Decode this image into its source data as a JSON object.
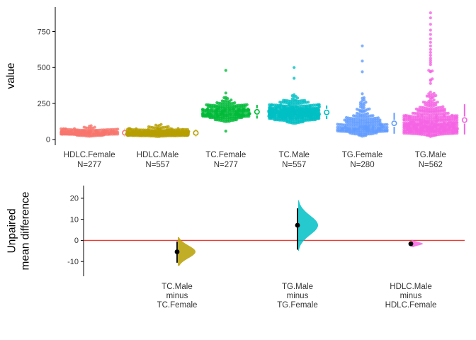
{
  "figure": {
    "background": "#ffffff",
    "top_ylabel": "value",
    "bottom_ylabel_line1": "Unpaired",
    "bottom_ylabel_line2": "mean difference"
  },
  "chart_data": [
    {
      "type": "scatter",
      "style": "beeswarm",
      "title": "",
      "ylabel": "value",
      "ylim": [
        -40,
        920
      ],
      "yticks": [
        0,
        250,
        500,
        750
      ],
      "grid": false,
      "legend": "none",
      "groups": [
        {
          "label": "HDLC.Female",
          "n_label": "N=277",
          "n": 277,
          "color": "#F8766D",
          "median": 48,
          "sigma": 0.28,
          "min": 16,
          "cap": 115,
          "halfwidth": 40,
          "outliers": [],
          "marker": {
            "mean": 46,
            "lo": 20,
            "hi": 74
          }
        },
        {
          "label": "HDLC.Male",
          "n_label": "N=557",
          "n": 557,
          "color": "#B79F00",
          "median": 44,
          "sigma": 0.3,
          "min": 13,
          "cap": 110,
          "halfwidth": 44,
          "outliers": [],
          "marker": {
            "mean": 45,
            "lo": 18,
            "hi": 72
          }
        },
        {
          "label": "TC.Female",
          "n_label": "N=277",
          "n": 277,
          "color": "#00BA38",
          "median": 190,
          "sigma": 0.17,
          "min": 90,
          "cap": 330,
          "halfwidth": 34,
          "outliers": [
            58,
            480
          ],
          "marker": {
            "mean": 192,
            "lo": 145,
            "hi": 240
          }
        },
        {
          "label": "TC.Male",
          "n_label": "N=557",
          "n": 557,
          "color": "#00BFC4",
          "median": 186,
          "sigma": 0.18,
          "min": 85,
          "cap": 340,
          "halfwidth": 36,
          "outliers": [
            425,
            500
          ],
          "marker": {
            "mean": 188,
            "lo": 142,
            "hi": 236
          }
        },
        {
          "label": "TG.Female",
          "n_label": "N=280",
          "n": 280,
          "color": "#619CFF",
          "median": 95,
          "sigma": 0.52,
          "min": 20,
          "cap": 420,
          "halfwidth": 35,
          "outliers": [
            470,
            545,
            650
          ],
          "marker": {
            "mean": 112,
            "lo": 40,
            "hi": 185
          }
        },
        {
          "label": "TG.Male",
          "n_label": "N=562",
          "n": 562,
          "color": "#F564E3",
          "median": 105,
          "sigma": 0.55,
          "min": 20,
          "cap": 500,
          "halfwidth": 38,
          "outliers": [
            520,
            535,
            550,
            565,
            585,
            605,
            625,
            650,
            675,
            700,
            730,
            760,
            800,
            845,
            880
          ],
          "marker": {
            "mean": 135,
            "lo": 35,
            "hi": 245
          }
        }
      ]
    },
    {
      "type": "scatter",
      "style": "estimation-half-violin",
      "ylabel": "Unpaired mean difference",
      "ylim": [
        -17,
        26
      ],
      "yticks": [
        -10,
        0,
        10,
        20
      ],
      "grid": false,
      "ref_line": {
        "y": 0,
        "color": "#EE3B33"
      },
      "comparisons": [
        {
          "label_lines": [
            "TC.Male",
            "minus",
            "TC.Female"
          ],
          "mean": -5.4,
          "ci_low": -10.6,
          "ci_high": -0.5,
          "violin_lo": -12,
          "violin_hi": 1.5,
          "violin_sd": 3.0,
          "violin_halfwidth": 25,
          "color": "#B79F00"
        },
        {
          "label_lines": [
            "TG.Male",
            "minus",
            "TG.Female"
          ],
          "mean": 7.2,
          "ci_low": -4.4,
          "ci_high": 15.2,
          "violin_lo": -5,
          "violin_hi": 19,
          "violin_sd": 4.6,
          "violin_halfwidth": 28,
          "color": "#00BFC4"
        },
        {
          "label_lines": [
            "HDLC.Male",
            "minus",
            "HDLC.Female"
          ],
          "mean": -1.6,
          "ci_low": -2.7,
          "ci_high": -0.5,
          "violin_lo": -3.2,
          "violin_hi": 0.3,
          "violin_sd": 0.8,
          "violin_halfwidth": 16,
          "color": "#F564E3"
        }
      ]
    }
  ]
}
